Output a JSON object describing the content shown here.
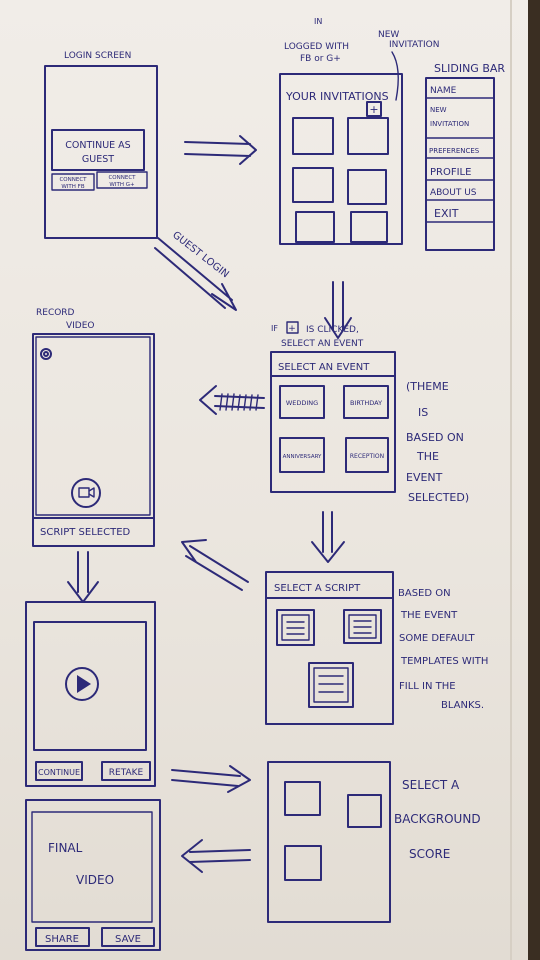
{
  "login": {
    "title": "LOGIN SCREEN",
    "guest_button": [
      "CONTINUE AS",
      "GUEST"
    ],
    "fb_button": [
      "CONNECT",
      "WITH FB"
    ],
    "gplus_button": [
      "CONNECT",
      "WITH G+"
    ]
  },
  "invitations": {
    "note": [
      "IN",
      "LOGGED WITH",
      "FB or G+"
    ],
    "header": "YOUR INVITATIONS",
    "new_label": [
      "NEW",
      "INVITATION"
    ],
    "plus_symbol": "+"
  },
  "sliding_bar": {
    "title": "SLIDING BAR",
    "items": [
      "NAME",
      "NEW",
      "INVITATION",
      "PREFERENCES",
      "PROFILE",
      "ABOUT US",
      "EXIT"
    ]
  },
  "guest_login": "GUEST LOGIN",
  "record": {
    "title": [
      "RECORD",
      "VIDEO"
    ],
    "footer": "SCRIPT SELECTED"
  },
  "select_event": {
    "note": [
      "IF",
      "IS CLICKED,",
      "SELECT AN EVENT"
    ],
    "header": "SELECT AN EVENT",
    "events": [
      "WEDDING",
      "BIRTHDAY",
      "ANNIVERSARY",
      "RECEPTION"
    ],
    "theme_note": [
      "(THEME",
      "IS",
      "BASED ON",
      "THE",
      "EVENT",
      "SELECTED)"
    ]
  },
  "select_script": {
    "header": "SELECT A SCRIPT",
    "note": [
      "BASED ON",
      "THE EVENT",
      "SOME DEFAULT",
      "TEMPLATES WITH",
      "FILL IN THE",
      "BLANKS."
    ]
  },
  "preview": {
    "continue": "CONTINUE",
    "retake": "RETAKE"
  },
  "background": {
    "note": [
      "SELECT A",
      "BACKGROUND",
      "SCORE"
    ]
  },
  "final": {
    "title": [
      "FINAL",
      "VIDEO"
    ],
    "share": "SHARE",
    "save": "SAVE"
  }
}
